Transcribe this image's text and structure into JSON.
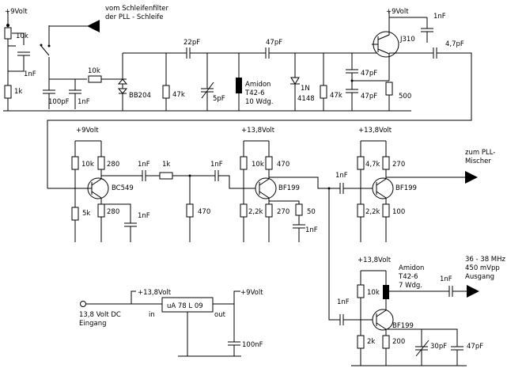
{
  "labels": {
    "v9_top_left": "+9Volt",
    "vco_in_1": "vom Schleifenfilter",
    "vco_in_2": "der PLL - Schleife",
    "r10k_pot": "10k",
    "c1nf_a": "1nF",
    "r1k_a": "1k",
    "r10k_b": "10k",
    "c100pf": "100pF",
    "c1nf_b": "1nF",
    "diode_bb": "BB204",
    "c22pf": "22pF",
    "r47k_a": "47k",
    "c5pf": "5pF",
    "c47pf_a": "47pF",
    "ind_1": "Amidon",
    "ind_2": "T42-6",
    "ind_3": "10 Wdg.",
    "diode_1n_1": "1N",
    "diode_1n_2": "4148",
    "r47k_b": "47k",
    "c47pf_b": "47pF",
    "c47pf_c": "47pF",
    "v9_top_right": "+9Volt",
    "c1nf_top": "1nF",
    "j310": "J310",
    "r500": "500",
    "c4_7pf": "4,7pF",
    "v9_bc": "+9Volt",
    "r10k_bc": "10k",
    "r280_a": "280",
    "c1nf_bc1": "1nF",
    "r1k_bc": "1k",
    "c1nf_bc2": "1nF",
    "bc549": "BC549",
    "r5k": "5k",
    "r280_b": "280",
    "c1nf_bc3": "1nF",
    "r470_a": "470",
    "v138_bf1": "+13,8Volt",
    "r10k_bf1": "10k",
    "r470_bf1": "470",
    "bf199_1": "BF199",
    "r2_2k_a": "2,2k",
    "r270_a": "270",
    "r50": "50",
    "c1nf_bf1": "1nF",
    "v138_bf2": "+13,8Volt",
    "r4_7k": "4,7k",
    "r270_b": "270",
    "c1nf_bf2": "1nF",
    "bf199_2": "BF199",
    "r2_2k_b": "2,2k",
    "r100": "100",
    "out_pll_1": "zum PLL-",
    "out_pll_2": "Mischer",
    "v138_bf3": "+13,8Volt",
    "ind2_1": "Amidon",
    "ind2_2": "T42-6",
    "ind2_3": "7 Wdg.",
    "r10k_bf3": "10k",
    "c1nf_out": "1nF",
    "out_1": "36 - 38 MHz",
    "out_2": "450 mVpp",
    "out_3": "Ausgang",
    "c1nf_bf3": "1nF",
    "bf199_3": "BF199",
    "r2k": "2k",
    "r200": "200",
    "c30pf": "30pF",
    "c47pf_d": "47pF",
    "v138_reg": "+13,8Volt",
    "v9_reg": "+9Volt",
    "dc_in_1": "13,8 Volt DC",
    "dc_in_2": "Eingang",
    "reg_in": "in",
    "reg_out": "out",
    "reg_name": "uA 78 L 09",
    "c100nf": "100nF"
  }
}
